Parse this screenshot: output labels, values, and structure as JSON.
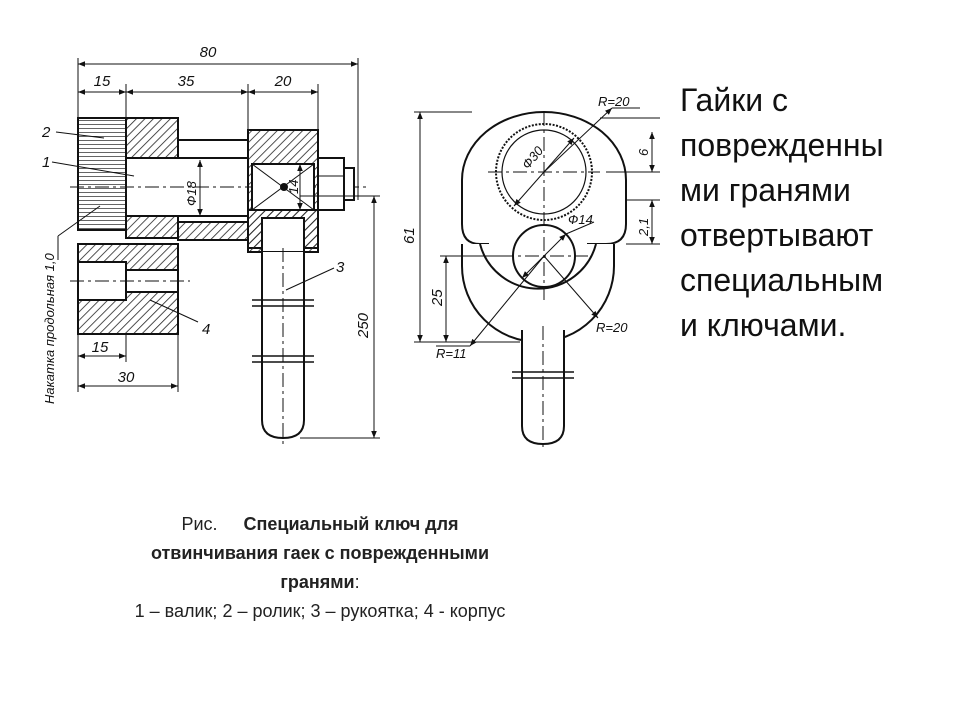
{
  "side_text": {
    "lines": [
      "Гайки с",
      "поврежденны",
      "ми гранями",
      "отвертывают",
      "специальным",
      "и ключами."
    ]
  },
  "caption": {
    "prefix": "Рис.",
    "title_line1": "Специальный ключ для",
    "title_line2": "отвинчивания гаек с поврежденными",
    "title_line3": "гранями",
    "title_colon": ":",
    "legend": "1 – валик; 2 – ролик; 3 – рукоятка; 4 - корпус"
  },
  "drawing": {
    "side_view": {
      "dims": {
        "overall": "80",
        "seg1": "15",
        "seg2": "35",
        "seg3": "20",
        "bore": "Ф18",
        "slot": "14",
        "handle_len": "250",
        "bottom1": "15",
        "bottom2": "30"
      },
      "part_labels": [
        "2",
        "1",
        "3",
        "4"
      ],
      "knurl_note": "Накатка продольная 1,0"
    },
    "front_view": {
      "dims": {
        "r_top": "R=20",
        "d_roller": "Ф30",
        "d_hole": "Ф14",
        "r_bottom": "R=20",
        "r_small": "R=11",
        "height": "61",
        "lower": "25",
        "top_off": "6",
        "mid_off": "2,1"
      }
    }
  }
}
